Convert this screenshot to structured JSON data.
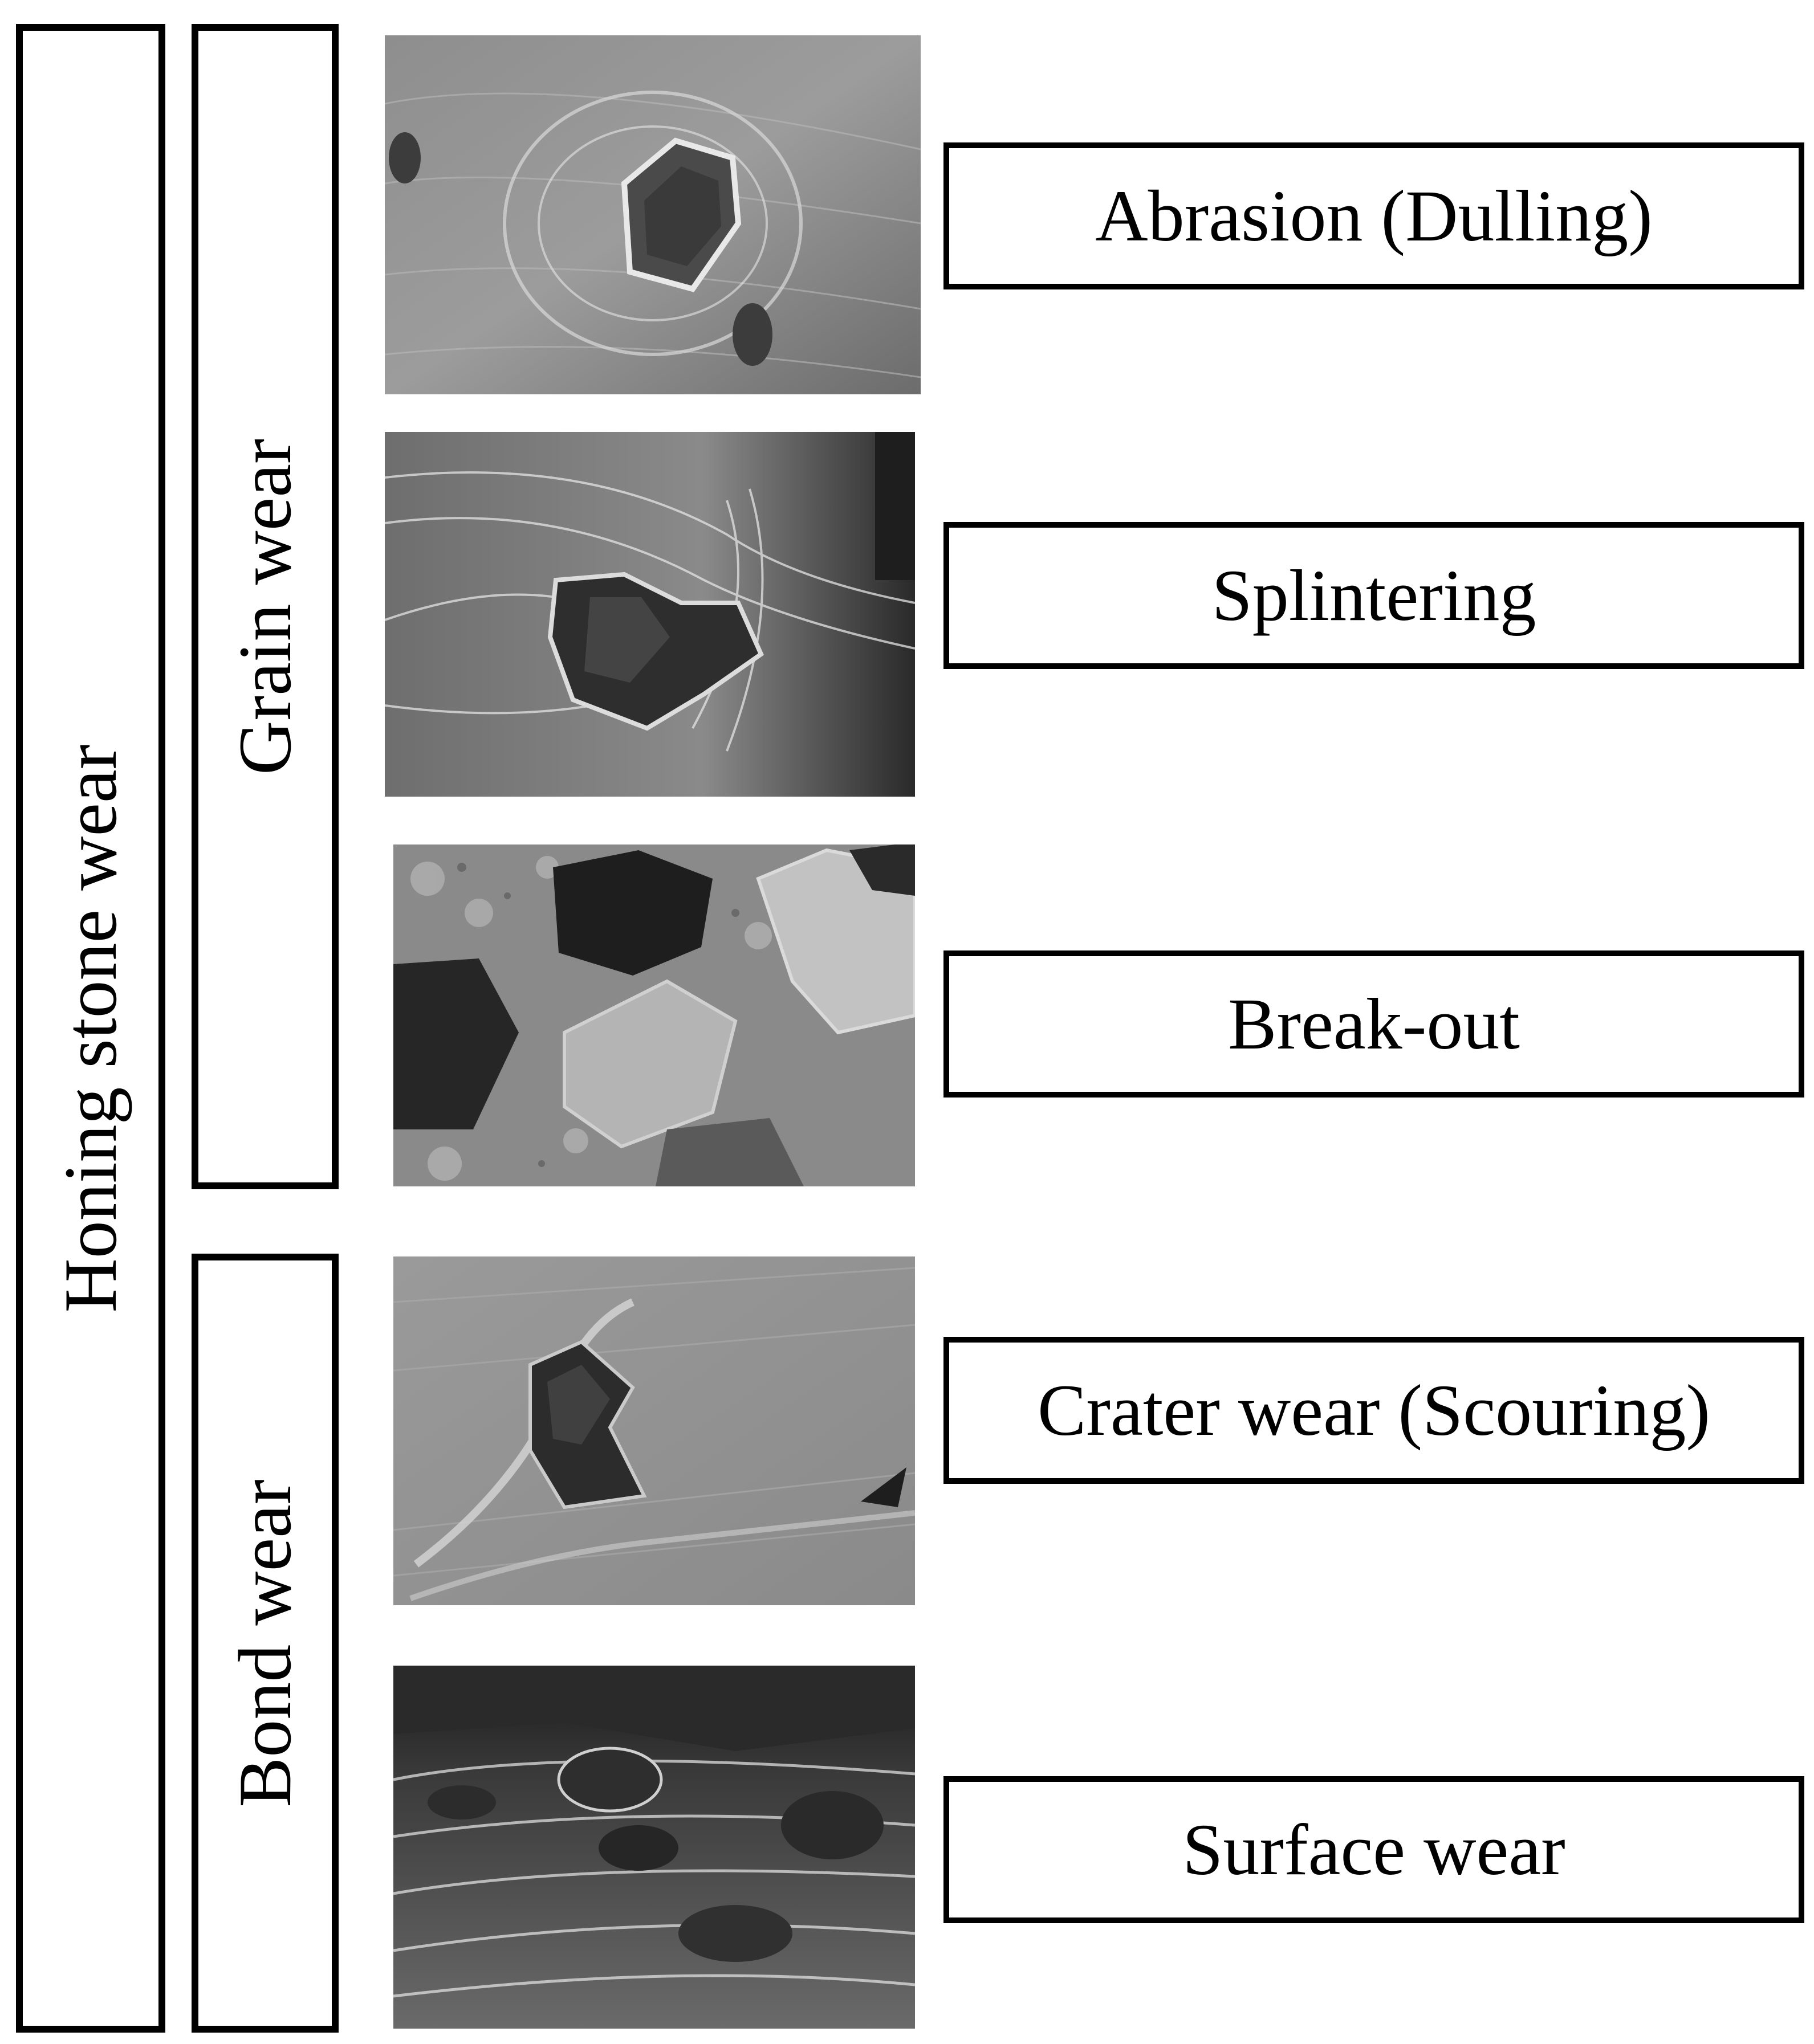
{
  "groups": {
    "outer": "Honing stone wear",
    "grain": "Grain wear",
    "bond": "Bond wear"
  },
  "mechanisms": [
    {
      "label": "Abrasion (Dulling)"
    },
    {
      "label": "Splintering"
    },
    {
      "label": "Break-out"
    },
    {
      "label": "Crater wear (Scouring)"
    },
    {
      "label": "Surface wear"
    }
  ]
}
